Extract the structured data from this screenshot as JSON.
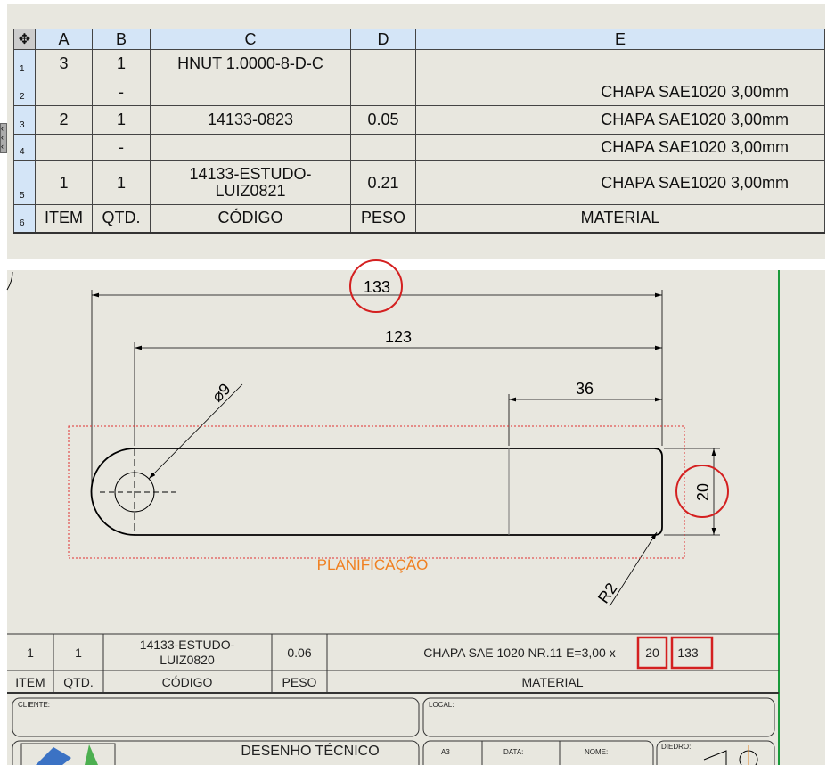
{
  "bom_table": {
    "col_headers": [
      "A",
      "B",
      "C",
      "D",
      "E"
    ],
    "rows": [
      {
        "n": "1",
        "item": "3",
        "qtd": "1",
        "codigo": "HNUT 1.0000-8-D-C",
        "peso": "",
        "material": ""
      },
      {
        "n": "2",
        "item": "",
        "qtd": "-",
        "codigo": "",
        "peso": "",
        "material": "CHAPA SAE1020 3,00mm"
      },
      {
        "n": "3",
        "item": "2",
        "qtd": "1",
        "codigo": "14133-0823",
        "peso": "0.05",
        "material": "CHAPA SAE1020 3,00mm"
      },
      {
        "n": "4",
        "item": "",
        "qtd": "-",
        "codigo": "",
        "peso": "",
        "material": "CHAPA SAE1020 3,00mm"
      },
      {
        "n": "5",
        "item": "1",
        "qtd": "1",
        "codigo_l1": "14133-ESTUDO-",
        "codigo_l2": "LUIZ0821",
        "peso": "0.21",
        "material": "CHAPA SAE1020 3,00mm"
      }
    ],
    "header_row": {
      "n": "6",
      "item": "ITEM",
      "qtd": "QTD.",
      "codigo": "CÓDIGO",
      "peso": "PESO",
      "material": "MATERIAL"
    }
  },
  "drawing": {
    "dims": {
      "overall": "133",
      "hole_center": "123",
      "short": "36",
      "height": "20",
      "diameter": "⌀9",
      "radius": "R2"
    },
    "label": "PLANIFICAÇÃO",
    "label_color": "#f08020",
    "highlight_color": "#d42020"
  },
  "sheet_bom": {
    "item": "1",
    "qtd": "1",
    "codigo_l1": "14133-ESTUDO-",
    "codigo_l2": "LUIZ0820",
    "peso": "0.06",
    "material_prefix": "CHAPA SAE 1020 NR.11 E=3,00 x ",
    "material_w": "20",
    "material_x": " x ",
    "material_l": "133",
    "headers": {
      "item": "ITEM",
      "qtd": "QTD.",
      "codigo": "CÓDIGO",
      "peso": "PESO",
      "material": "MATERIAL"
    }
  },
  "title_block": {
    "cliente": "CLIENTE:",
    "local": "LOCAL:",
    "title": "DESENHO TÉCNICO",
    "format": "A3",
    "data": "DATA:",
    "nome": "NOME:",
    "diedro": "DIEDRO:"
  }
}
